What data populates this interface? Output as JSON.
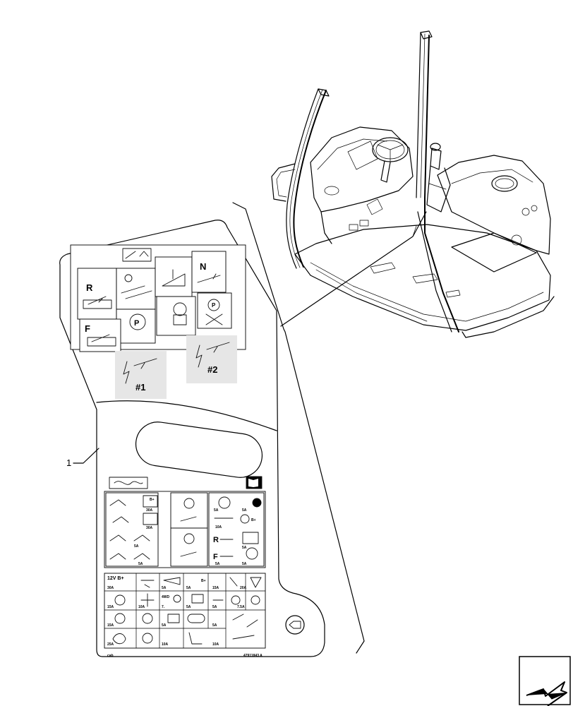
{
  "callout": {
    "number": "1"
  },
  "decal": {
    "relay_numbers": {
      "relay1": "#1",
      "relay2": "#2"
    },
    "gear_letters": {
      "reverse": "R",
      "neutral": "N",
      "forward": "F"
    },
    "parking_symbol": "P",
    "fuse_top_left": {
      "b_plus": "B+",
      "amps": [
        "30A",
        "30A",
        "5A",
        "5A"
      ]
    },
    "fuse_top_right": {
      "b_plus": "B+",
      "amps": [
        "5A",
        "5A",
        "10A",
        "5A",
        "5A",
        "5A"
      ],
      "shuttle_letters": [
        "R",
        "F"
      ]
    },
    "fuse_bottom": {
      "supply": "12V B+",
      "b_plus": "B+",
      "four_wd": "4WD",
      "amps": [
        "30A",
        "5A",
        "5A",
        "15A",
        "20A",
        "15A",
        "10A",
        "7.",
        "5A",
        "5A",
        "7.5A",
        "15A",
        "5A",
        "5A",
        "25A",
        "10A",
        "10A"
      ]
    },
    "part_number": "47911843 A",
    "corner_mark": "cab"
  },
  "nav": {
    "icon": "return-arrow-icon"
  }
}
